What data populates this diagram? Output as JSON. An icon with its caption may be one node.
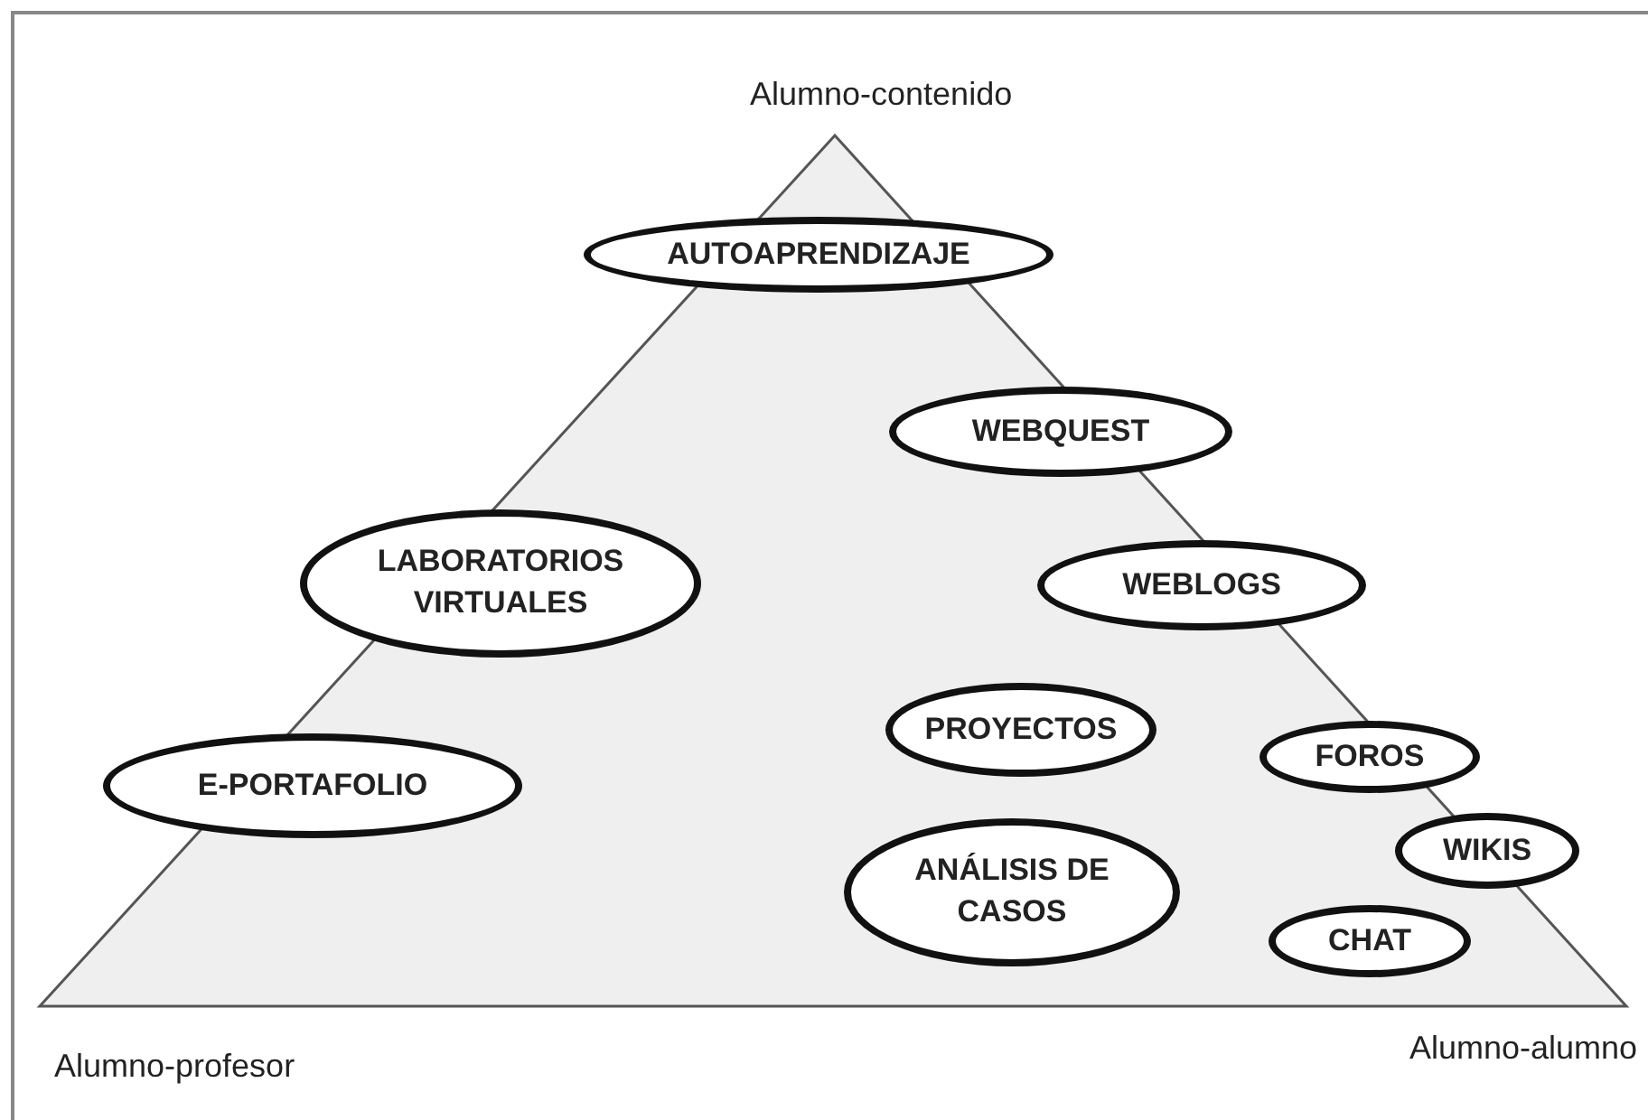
{
  "diagram": {
    "nodes": [
      {
        "text": [
          "AUTOAPRENDIZAJE"
        ]
      },
      {
        "text": [
          "WEBQUEST"
        ]
      },
      {
        "text": [
          "LABORATORIOS VIRTUALES"
        ]
      },
      {
        "text": [
          "WEBLOGS"
        ]
      },
      {
        "text": [
          "PROYECTOS"
        ]
      },
      {
        "text": [
          "FOROS"
        ]
      },
      {
        "text": [
          "E-PORTAFOLIO"
        ]
      },
      {
        "text": [
          "WIKIS"
        ]
      },
      {
        "text": [
          "ANÁLISIS DE CASOS"
        ]
      },
      {
        "text": [
          "CHAT"
        ]
      }
    ],
    "labels": [
      "Alumno-contenido",
      "Alumno-profesor",
      "Alumno-alumno"
    ]
  }
}
